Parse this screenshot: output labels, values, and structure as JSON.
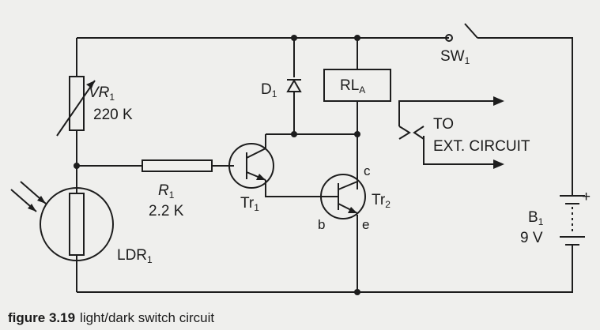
{
  "labels": {
    "vr1_name": "VR",
    "vr1_sub": "1",
    "vr1_value": "220 K",
    "d1_name": "D",
    "d1_sub": "1",
    "rla_name": "RL",
    "rla_sub": "A",
    "sw1_name": "SW",
    "sw1_sub": "1",
    "to_text": "TO",
    "ext_text": "EXT. CIRCUIT",
    "r1_name": "R",
    "r1_sub": "1",
    "r1_value": "2.2 K",
    "tr1_name": "Tr",
    "tr1_sub": "1",
    "tr2_name": "Tr",
    "tr2_sub": "2",
    "c_text": "c",
    "b_text": "b",
    "e_text": "e",
    "b1_name": "B",
    "b1_sub": "1",
    "b1_value": "9 V",
    "plus_text": "+",
    "ldr1_name": "LDR",
    "ldr1_sub": "1"
  },
  "caption": {
    "number": "figure 3.19",
    "text": "light/dark switch circuit"
  }
}
